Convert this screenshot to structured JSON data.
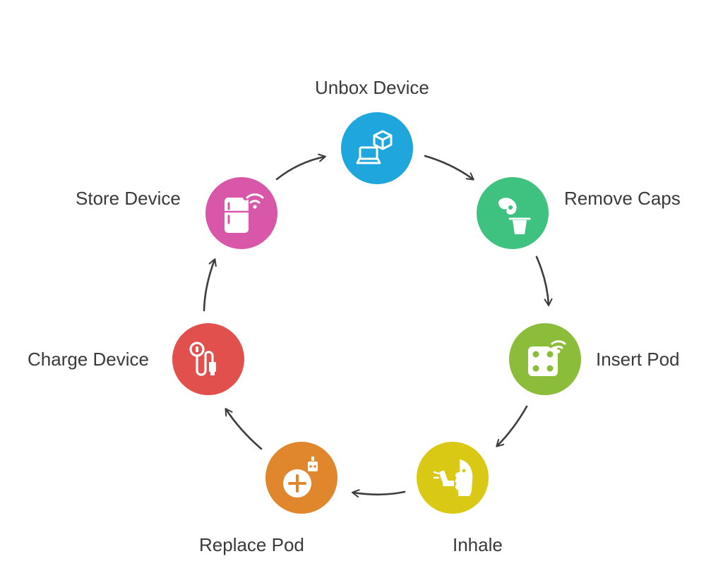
{
  "steps": [
    {
      "label": "Unbox Device",
      "color": "#1fa6dc",
      "icon": "laptop-box-icon"
    },
    {
      "label": "Remove Caps",
      "color": "#3fc27f",
      "icon": "hand-cup-icon"
    },
    {
      "label": "Insert Pod",
      "color": "#8bbd3a",
      "icon": "pod-wifi-icon"
    },
    {
      "label": "Inhale",
      "color": "#d9c914",
      "icon": "inhaler-face-icon"
    },
    {
      "label": "Replace Pod",
      "color": "#e0862c",
      "icon": "plus-pod-icon"
    },
    {
      "label": "Charge Device",
      "color": "#e2504d",
      "icon": "charging-cable-icon"
    },
    {
      "label": "Store Device",
      "color": "#d957a8",
      "icon": "fridge-wifi-icon"
    }
  ],
  "arrow_color": "#3d3d3d"
}
